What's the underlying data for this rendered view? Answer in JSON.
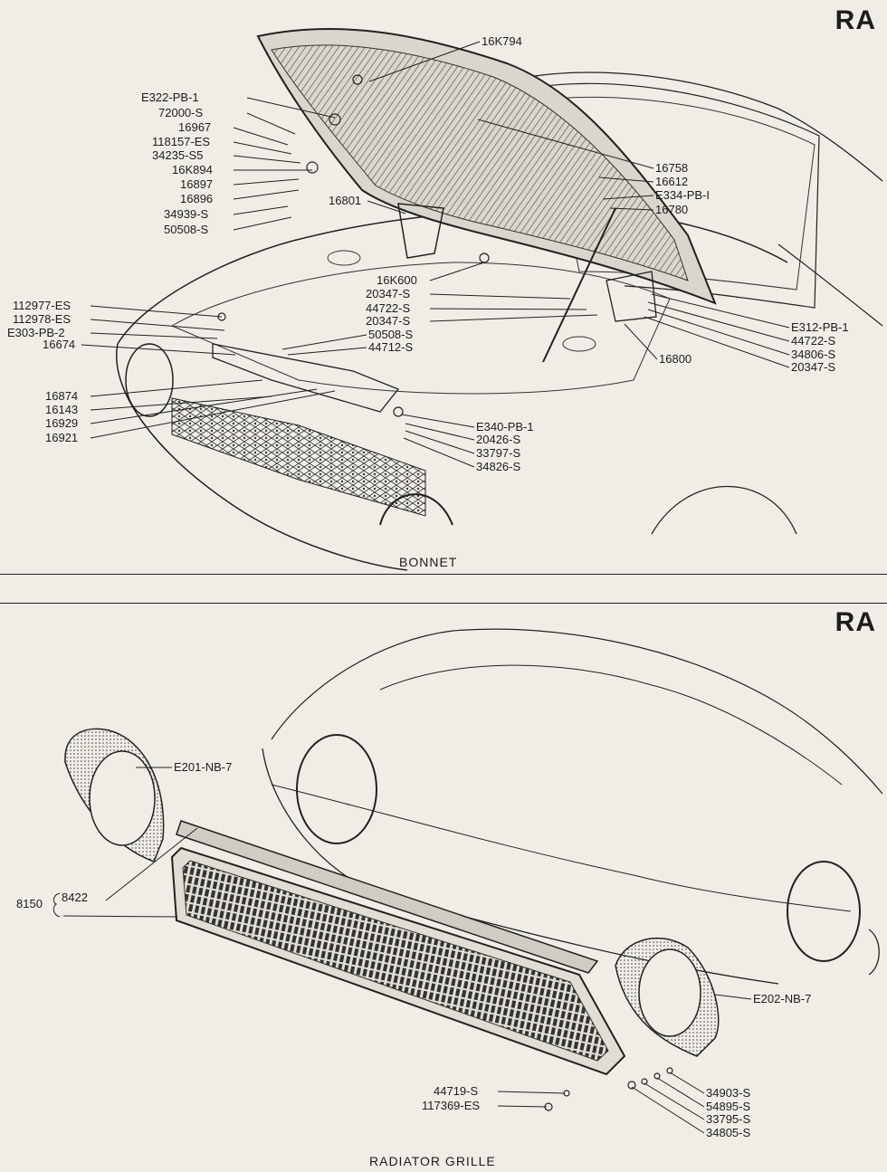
{
  "bonnet": {
    "section_code": "RA",
    "caption": "BONNET",
    "labels": {
      "l16K794": "16K794",
      "lE322": "E322-PB-1",
      "l72000": "72000-S",
      "l16967": "16967",
      "l118157": "118157-ES",
      "l34235": "34235-S5",
      "l16K894": "16K894",
      "l16897": "16897",
      "l16896": "16896",
      "l34939": "34939-S",
      "l50508a": "50508-S",
      "l16801": "16801",
      "l16758": "16758",
      "l16612": "16612",
      "lE334": "E334-PB-I",
      "l16780": "16780",
      "l16K600": "16K600",
      "l20347a": "20347-S",
      "l44722a": "44722-S",
      "l20347b": "20347-S",
      "l50508b": "50508-S",
      "l44712": "44712-S",
      "l112977": "112977-ES",
      "l112978": "112978-ES",
      "lE303": "E303-PB-2",
      "l16674": "16674",
      "l16800": "16800",
      "lE312": "E312-PB-1",
      "l44722b": "44722-S",
      "l34806": "34806-S",
      "l20347c": "20347-S",
      "l16874": "16874",
      "l16143": "16143",
      "l16929": "16929",
      "l16921": "16921",
      "lE340": "E340-PB-1",
      "l20426": "20426-S",
      "l33797": "33797-S",
      "l34826": "34826-S"
    }
  },
  "radiator_grille": {
    "section_code": "RA",
    "caption": "RADIATOR GRILLE",
    "labels": {
      "lE201": "E201-NB-7",
      "l8150": "8150",
      "l8422": "8422",
      "lE202": "E202-NB-7",
      "l44719": "44719-S",
      "l117369": "117369-ES",
      "l34903": "34903-S",
      "l54895": "54895-S",
      "l33795": "33795-S",
      "l34805": "34805-S"
    }
  }
}
